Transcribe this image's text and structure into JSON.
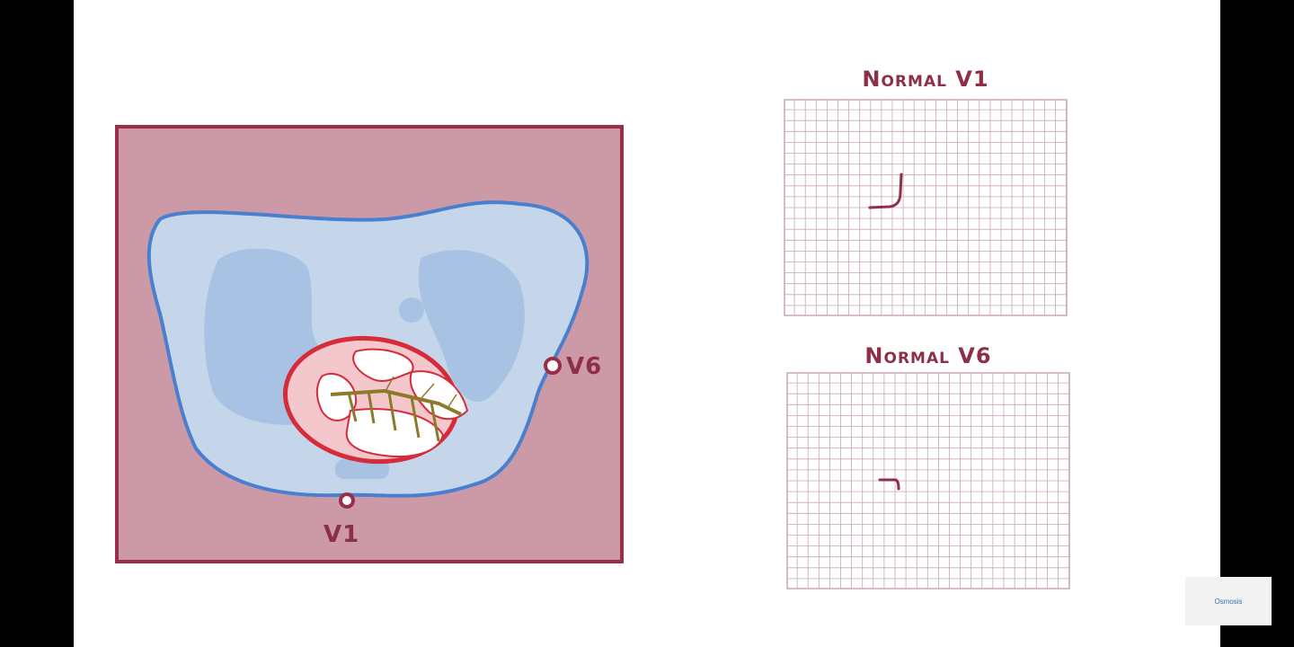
{
  "diagram": {
    "lead_v1_label": "V1",
    "lead_v6_label": "V6"
  },
  "ecg_panels": [
    {
      "title": "Normal V1"
    },
    {
      "title": "Normal V6"
    }
  ],
  "watermark": {
    "text": "Osmosis"
  },
  "colors": {
    "frame_border": "#9b2d48",
    "body_fill": "#cc9aa6",
    "lung_field": "#c5d6ea",
    "lung_dark": "#a8c2e3",
    "outline_blue": "#4a7fd0",
    "heart_fill": "#f3c7cb",
    "heart_outline": "#d62b3a",
    "conduction": "#8a7a2a",
    "grid_line": "#c9a7ae"
  }
}
